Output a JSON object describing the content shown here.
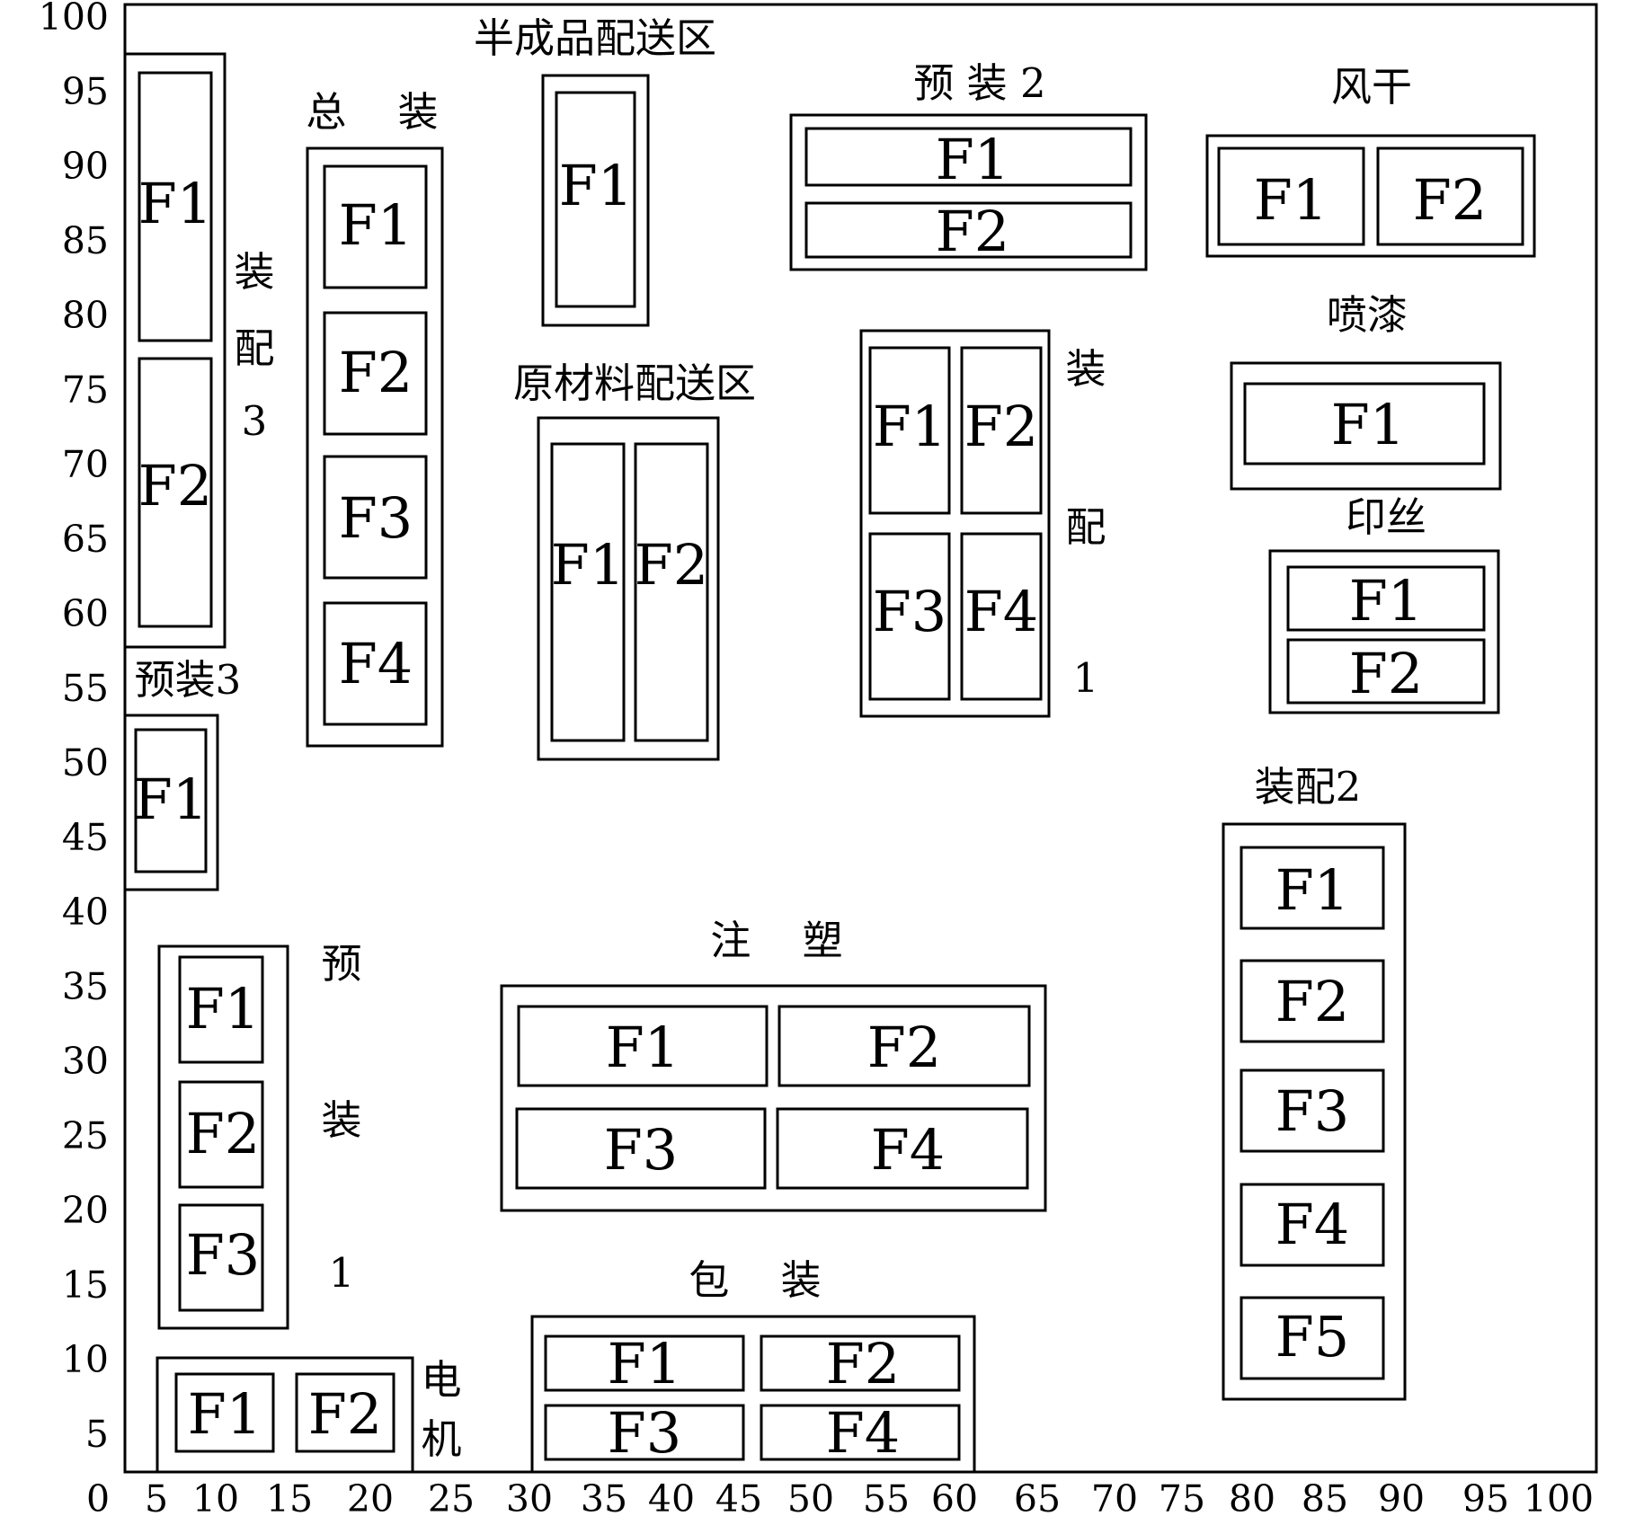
{
  "axes": {
    "x_ticks": [
      "0",
      "5",
      "10",
      "15",
      "20",
      "25",
      "30",
      "35",
      "40",
      "45",
      "50",
      "55",
      "60",
      "65",
      "70",
      "75",
      "80",
      "85",
      "90",
      "95",
      "100"
    ],
    "y_ticks": [
      "100",
      "95",
      "90",
      "85",
      "80",
      "75",
      "70",
      "65",
      "60",
      "55",
      "50",
      "45",
      "40",
      "35",
      "30",
      "25",
      "20",
      "15",
      "10",
      "5"
    ]
  },
  "zones": [
    {
      "id": "zpz3",
      "name": "装配3",
      "label_lines": [
        "装",
        "配",
        "3"
      ],
      "cells": [
        "F1",
        "F2"
      ]
    },
    {
      "id": "zz",
      "name": "总装",
      "label_lines": [
        "总    装"
      ],
      "cells": [
        "F1",
        "F2",
        "F3",
        "F4"
      ]
    },
    {
      "id": "bcp",
      "name": "半成品配送区",
      "label_lines": [
        "半成品配送区"
      ],
      "cells": [
        "F1"
      ]
    },
    {
      "id": "yz2",
      "name": "预装2",
      "label_lines": [
        "预 装 2"
      ],
      "cells": [
        "F1",
        "F2"
      ]
    },
    {
      "id": "fg",
      "name": "风干",
      "label_lines": [
        "风干"
      ],
      "cells": [
        "F1",
        "F2"
      ]
    },
    {
      "id": "pq",
      "name": "喷漆",
      "label_lines": [
        "喷漆"
      ],
      "cells": [
        "F1"
      ]
    },
    {
      "id": "ycl",
      "name": "原材料配送区",
      "label_lines": [
        "原材料配送区"
      ],
      "cells": [
        "F1",
        "F2"
      ]
    },
    {
      "id": "zp1",
      "name": "装配1",
      "label_lines": [
        "装",
        "配",
        "1"
      ],
      "cells": [
        "F1",
        "F2",
        "F3",
        "F4"
      ]
    },
    {
      "id": "ys",
      "name": "印丝",
      "label_lines": [
        "印丝"
      ],
      "cells": [
        "F1",
        "F2"
      ]
    },
    {
      "id": "yz3",
      "name": "预装3",
      "label_lines": [
        "预装3"
      ],
      "cells": [
        "F1"
      ]
    },
    {
      "id": "zp2",
      "name": "装配2",
      "label_lines": [
        "装配2"
      ],
      "cells": [
        "F1",
        "F2",
        "F3",
        "F4",
        "F5"
      ]
    },
    {
      "id": "yz1",
      "name": "预装1",
      "label_lines": [
        "预",
        "装",
        "1"
      ],
      "cells": [
        "F1",
        "F2",
        "F3"
      ]
    },
    {
      "id": "zs",
      "name": "注塑",
      "label_lines": [
        "注    塑"
      ],
      "cells": [
        "F1",
        "F2",
        "F3",
        "F4"
      ]
    },
    {
      "id": "bz",
      "name": "包装",
      "label_lines": [
        "包    装"
      ],
      "cells": [
        "F1",
        "F2",
        "F3",
        "F4"
      ]
    },
    {
      "id": "dj",
      "name": "电机",
      "label_lines": [
        "电",
        "机"
      ],
      "cells": [
        "F1",
        "F2"
      ]
    }
  ]
}
